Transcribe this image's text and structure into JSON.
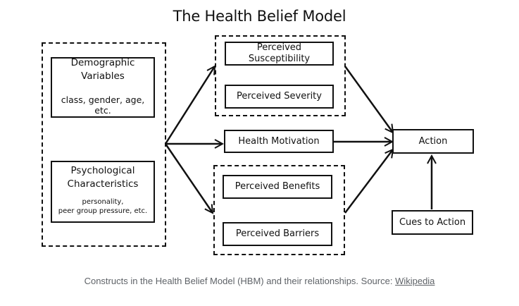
{
  "diagram": {
    "title": "The Health Belief Model",
    "modifying_factors": {
      "demographic": {
        "title_line1": "Demographic",
        "title_line2": "Variables",
        "detail": "class, gender, age, etc."
      },
      "psychological": {
        "title_line1": "Psychological",
        "title_line2": "Characteristics",
        "detail_line1": "personality,",
        "detail_line2": "peer group pressure, etc."
      }
    },
    "threat": {
      "susceptibility": "Perceived Susceptibility",
      "severity": "Perceived Severity"
    },
    "motivation": "Health Motivation",
    "expectations": {
      "benefits": "Perceived Benefits",
      "barriers": "Perceived Barriers"
    },
    "action": "Action",
    "cues": "Cues to Action"
  },
  "caption": {
    "text": "Constructs in the Health Belief Model (HBM) and their relationships. Source: ",
    "link": "Wikipedia"
  }
}
